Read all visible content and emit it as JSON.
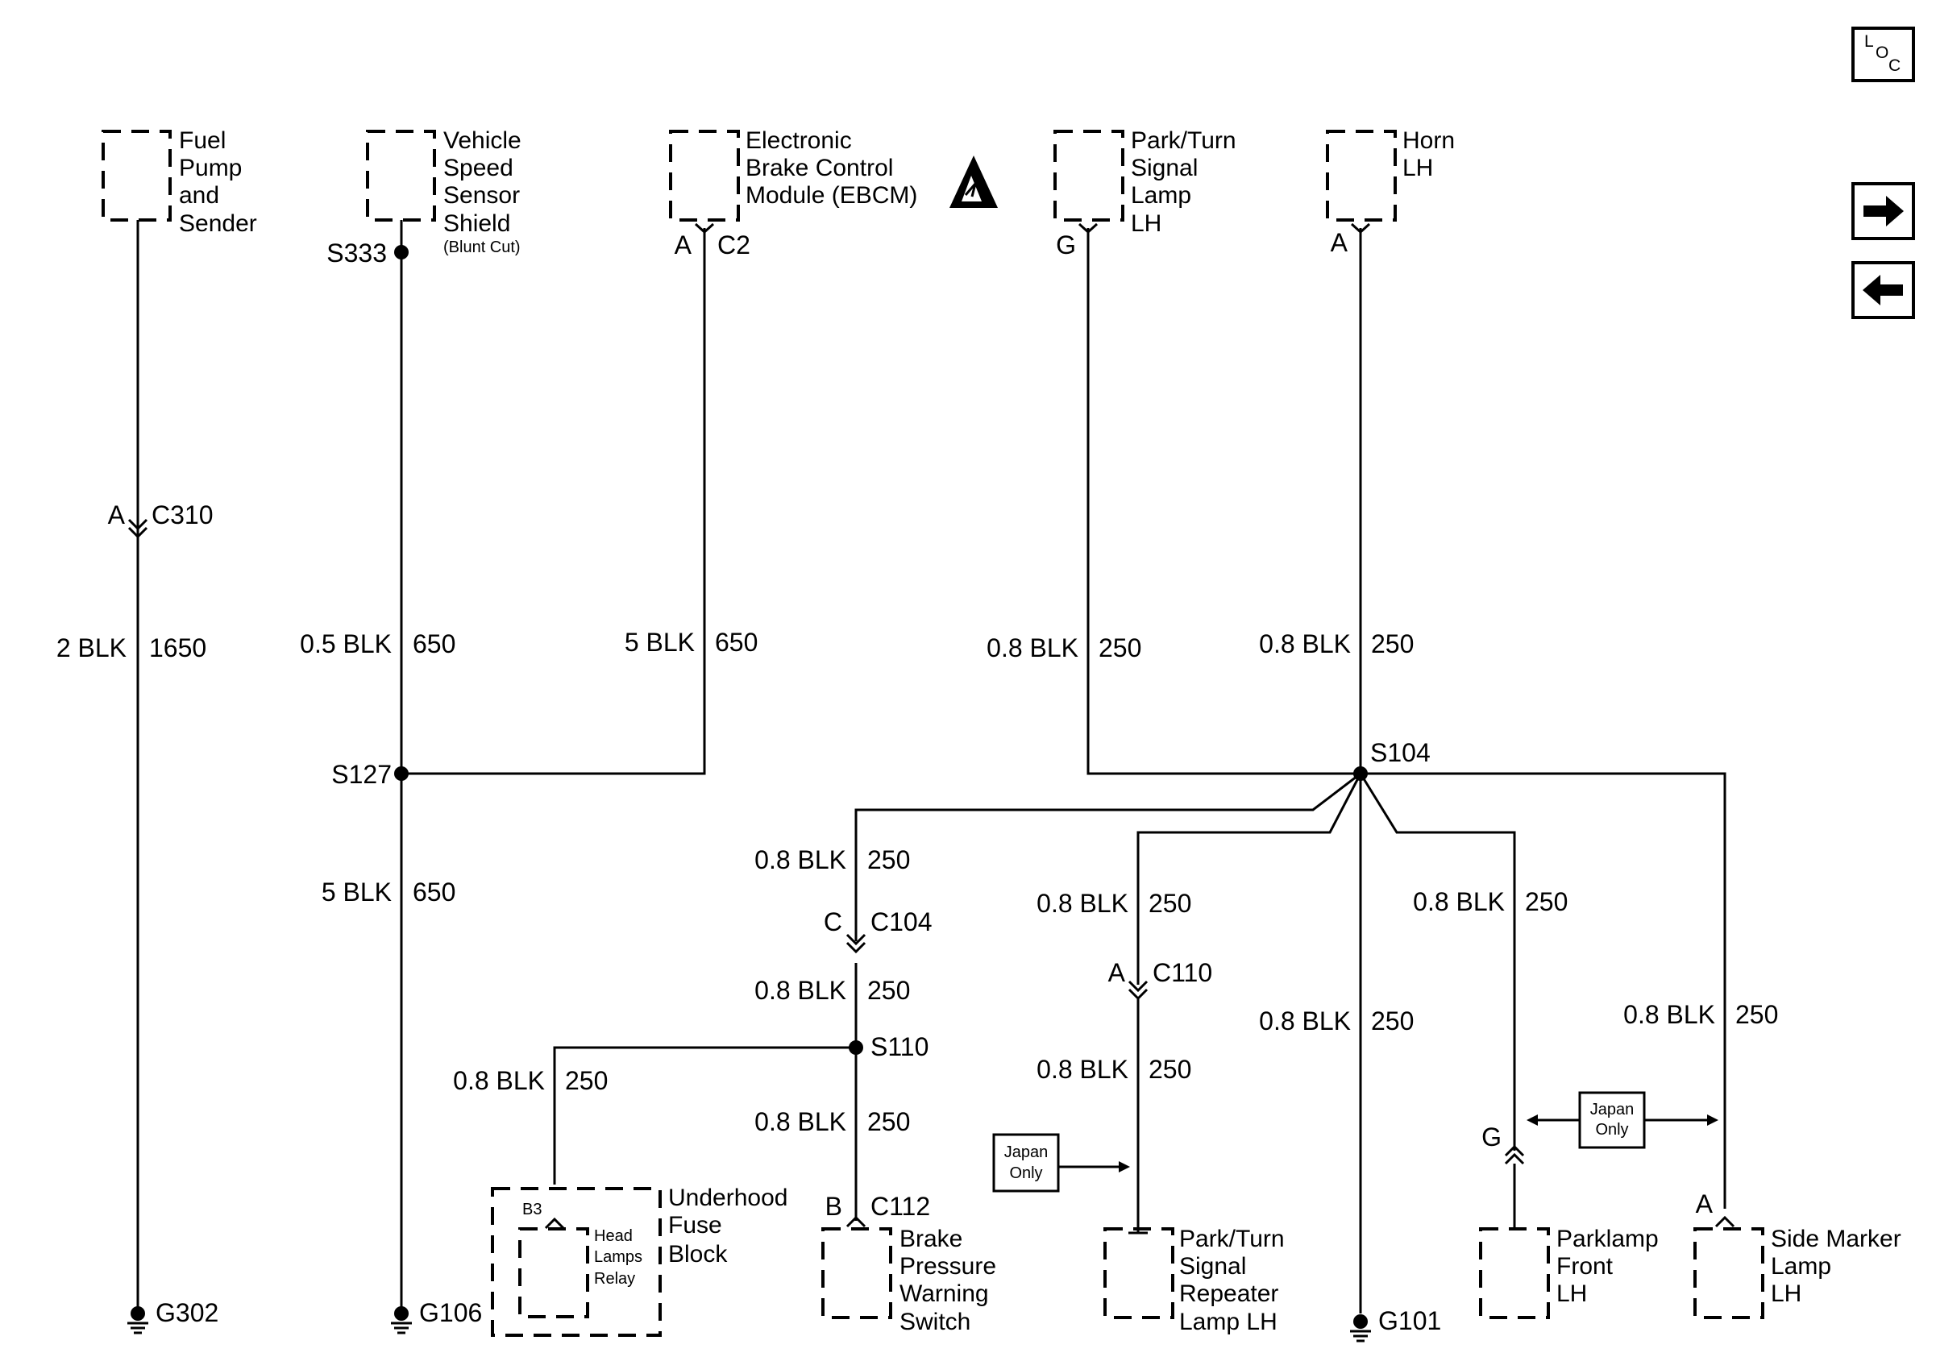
{
  "components": {
    "fuel_pump": [
      "Fuel",
      "Pump",
      "and",
      "Sender"
    ],
    "vss": [
      "Vehicle",
      "Speed",
      "Sensor",
      "Shield"
    ],
    "vss_note": "(Blunt Cut)",
    "ebcm": [
      "Electronic",
      "Brake Control",
      "Module (EBCM)"
    ],
    "park_turn_lamp": [
      "Park/Turn",
      "Signal",
      "Lamp",
      "LH"
    ],
    "horn": [
      "Horn",
      "LH"
    ],
    "ufb": [
      "Underhood",
      "Fuse",
      "Block"
    ],
    "relay": [
      "Head",
      "Lamps",
      "Relay"
    ],
    "brake_switch": [
      "Brake",
      "Pressure",
      "Warning",
      "Switch"
    ],
    "repeater": [
      "Park/Turn",
      "Signal",
      "Repeater",
      "Lamp LH"
    ],
    "parklamp": [
      "Parklamp",
      "Front",
      "LH"
    ],
    "side_marker": [
      "Side Marker",
      "Lamp",
      "LH"
    ]
  },
  "splices": {
    "s333": "S333",
    "s127": "S127",
    "s104": "S104",
    "s110": "S110"
  },
  "grounds": {
    "g302": "G302",
    "g106": "G106",
    "g101": "G101"
  },
  "connectors": {
    "c310": "C310",
    "c310_pin": "A",
    "ebcm_c": "C2",
    "ebcm_pin": "A",
    "lamp_pin": "G",
    "horn_pin": "A",
    "c104": "C104",
    "c104_pin": "C",
    "c110": "C110",
    "c110_pin": "A",
    "c112": "C112",
    "c112_pin": "B",
    "ufb_pin": "B3",
    "parklamp_pin": "G",
    "side_pin": "A"
  },
  "wires": {
    "w1650_size": "2 BLK",
    "w1650_circ": "1650",
    "vss_size": "0.5 BLK",
    "vss_circ": "650",
    "ebcm_size": "5 BLK",
    "ebcm_circ": "650",
    "g106_size": "5 BLK",
    "g106_circ": "650",
    "blk08": "0.8 BLK",
    "c250": "250"
  },
  "notes": {
    "japan": [
      "Japan",
      "Only"
    ]
  },
  "icons": {
    "loc": [
      "L",
      "O",
      "C"
    ]
  },
  "colors": {
    "ink": "#000000",
    "background": "#ffffff"
  }
}
